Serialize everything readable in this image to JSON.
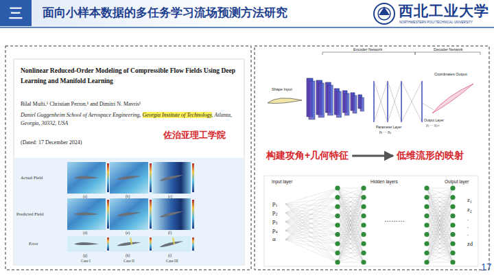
{
  "diagram": {
    "title": "面向小样本数据的多任务学习流场预测方法研究",
    "nodes": [
      {
        "text": [
          "三"
        ]
      },
      {
        "text": [
          "构建攻角+几何特征"
        ]
      },
      {
        "text": [
          "低维流形的映射"
        ]
      }
    ],
    "edges": [
      {
        "from": 1,
        "to": 2,
        "arrow": "to"
      }
    ],
    "labels": [
      "Nonlinear Reduced-Order Modeling of Compressible Flow Fields Using Deep Learning and Manifold Learning",
      "Bilal Mufti,¹ Christian Perron,¹ and Dimitri N. Mavris¹",
      "Daniel Guggenheim School of Aerospace Engineering, ",
      "Georgia Institute of Technology",
      ", Atlanta, Georgia, 30332, USA",
      "(Dated: 17 December 2024)",
      "佐治亚理工学院",
      "Actual Field",
      "Predicted Field",
      "Error",
      "(a)",
      "(b)",
      "(c)",
      "(d)",
      "(e)",
      "(f)",
      "(g)",
      "(h)",
      "(i)",
      "Case I",
      "Case II",
      "Case III",
      "Encoder Network",
      "Decoder Network",
      "Shape Input",
      "Parameter Layer",
      "p₁ ··· p₄",
      "Coordinates Output",
      "Output Layer",
      "y₁ ··· y₂ₘ",
      "Input layer",
      "Hidden layers",
      "Output layer",
      "p₁",
      "p₂",
      "p₃",
      "p₄",
      "α",
      "z₁",
      "z₂",
      ".",
      ".",
      ".",
      "zd",
      "………",
      "西北工业大学",
      "NORTHWESTERN POLYTECHNICAL UNIVERSITY",
      "17"
    ]
  }
}
